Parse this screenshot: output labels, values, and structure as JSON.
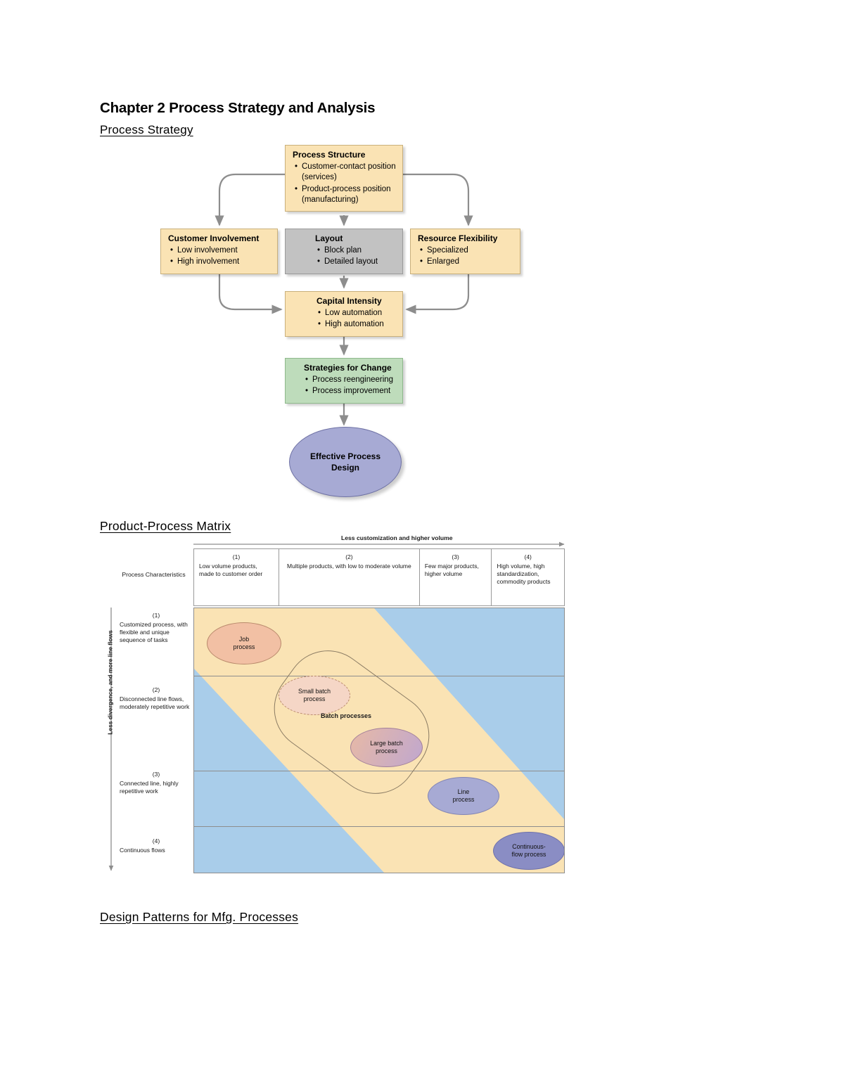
{
  "document": {
    "title": "Chapter 2 Process Strategy and Analysis",
    "sections": [
      {
        "heading": "Process Strategy"
      },
      {
        "heading": "Product-Process Matrix"
      },
      {
        "heading": "Design Patterns for Mfg. Processes"
      }
    ]
  },
  "process_strategy_diagram": {
    "boxes": [
      {
        "id": "process-structure",
        "title": "Process Structure",
        "color": "#fae3b4",
        "items": [
          "Customer-contact position (services)",
          "Product-process position (manufacturing)"
        ],
        "item_lines": [
          [
            "Customer-contact position",
            "(services)"
          ],
          [
            "Product-process position",
            "(manufacturing)"
          ]
        ]
      },
      {
        "id": "customer-involvement",
        "title": "Customer Involvement",
        "color": "#fae3b4",
        "items": [
          "Low involvement",
          "High involvement"
        ]
      },
      {
        "id": "layout",
        "title": "Layout",
        "color": "#c2c2c2",
        "items": [
          "Block plan",
          "Detailed layout"
        ]
      },
      {
        "id": "resource-flexibility",
        "title": "Resource Flexibility",
        "color": "#fae3b4",
        "items": [
          "Specialized",
          "Enlarged"
        ]
      },
      {
        "id": "capital-intensity",
        "title": "Capital Intensity",
        "color": "#fae3b4",
        "items": [
          "Low automation",
          "High automation"
        ]
      },
      {
        "id": "strategies-for-change",
        "title": "Strategies for Change",
        "color": "#bedcbb",
        "items": [
          "Process reengineering",
          "Process improvement"
        ]
      }
    ],
    "outcome": {
      "line1": "Effective Process",
      "line2": "Design",
      "color": "#a7aad4"
    }
  },
  "chart_data": {
    "type": "heatmap",
    "title": "Product-Process Matrix",
    "xlabel": "Less customization and higher volume",
    "ylabel": "Less divergence, and more line flows",
    "row_axis_title": "Process Characteristics",
    "columns": [
      {
        "num": "(1)",
        "label": "Low volume products, made to customer order"
      },
      {
        "num": "(2)",
        "label": "Multiple products, with low to moderate volume"
      },
      {
        "num": "(3)",
        "label": "Few major products, higher volume"
      },
      {
        "num": "(4)",
        "label": "High volume, high standardization, commodity products"
      }
    ],
    "rows": [
      {
        "num": "(1)",
        "label": "Customized process, with flexible and unique sequence of tasks"
      },
      {
        "num": "(2)",
        "label": "Disconnected line flows, moderately repetitive work"
      },
      {
        "num": "(3)",
        "label": "Connected line, highly repetitive work"
      },
      {
        "num": "(4)",
        "label": "Continuous flows"
      }
    ],
    "markers": [
      {
        "name": "job-process",
        "line1": "Job",
        "line2": "process",
        "row": 1,
        "column": 1,
        "color": "#f2c0a4"
      },
      {
        "name": "small-batch-process",
        "line1": "Small batch",
        "line2": "process",
        "row": 2,
        "column": 2,
        "color": "#f5d6c6"
      },
      {
        "name": "large-batch-process",
        "line1": "Large batch",
        "line2": "process",
        "row": 2,
        "column": 2,
        "color": "#e0b6b6"
      },
      {
        "name": "line-process",
        "line1": "Line",
        "line2": "process",
        "row": 3,
        "column": 3,
        "color": "#a7aad4"
      },
      {
        "name": "continuous-flow-process",
        "line1": "Continuous-",
        "line2": "flow process",
        "row": 4,
        "column": 4,
        "color": "#8a8dc4"
      }
    ],
    "group_label": "Batch processes",
    "band_color": "#fae3b4",
    "background_color": "#a9cdea",
    "grid": true,
    "legend": "none"
  }
}
